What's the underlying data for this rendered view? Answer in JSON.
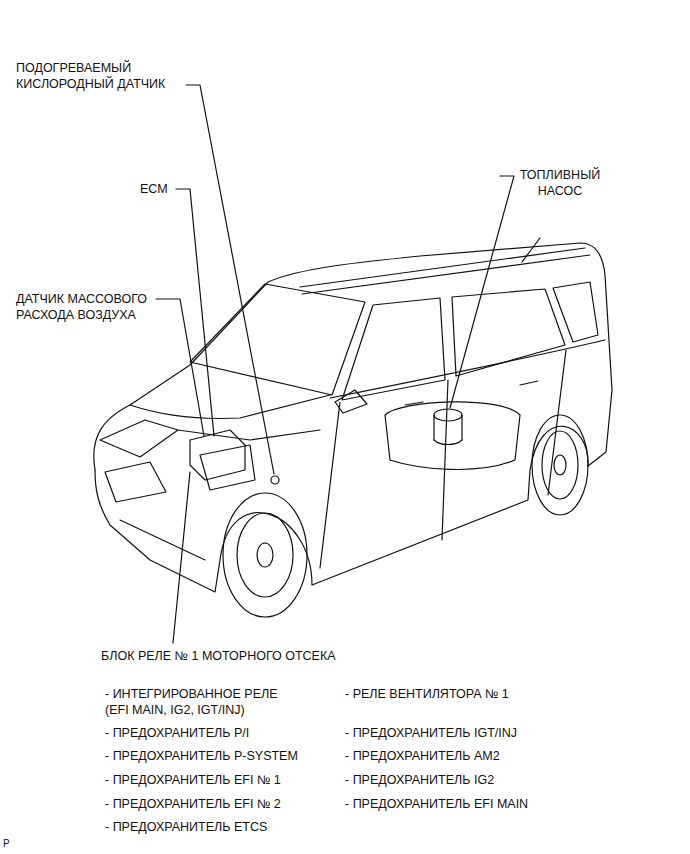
{
  "diagram": {
    "labels": [
      "ПОДОГРЕВАЕМЫЙ КИСЛОРОДНЫЙ ДАТЧИК",
      "ECM",
      "ДАТЧИК МАССОВОГО РАСХОДА ВОЗДУХА",
      "ТОПЛИВНЫЙ НАСОС",
      "БЛОК РЕЛЕ № 1 МОТОРНОГО ОТСЕКА",
      "- ИНТЕГРИРОВАННОЕ РЕЛЕ (EFI MAIN, IG2, IGT/INJ)",
      "- РЕЛЕ ВЕНТИЛЯТОРА № 1",
      "- ПРЕДОХРАНИТЕЛЬ P/I",
      "- ПРЕДОХРАНИТЕЛЬ IGT/INJ",
      "- ПРЕДОХРАНИТЕЛЬ P-SYSTEM",
      "- ПРЕДОХРАНИТЕЛЬ AM2",
      "- ПРЕДОХРАНИТЕЛЬ EFI № 1",
      "- ПРЕДОХРАНИТЕЛЬ IG2",
      "- ПРЕДОХРАНИТЕЛЬ EFI № 2",
      "- ПРЕДОХРАНИТЕЛЬ EFI MAIN",
      "- ПРЕДОХРАНИТЕЛЬ ETCS",
      "P"
    ]
  }
}
